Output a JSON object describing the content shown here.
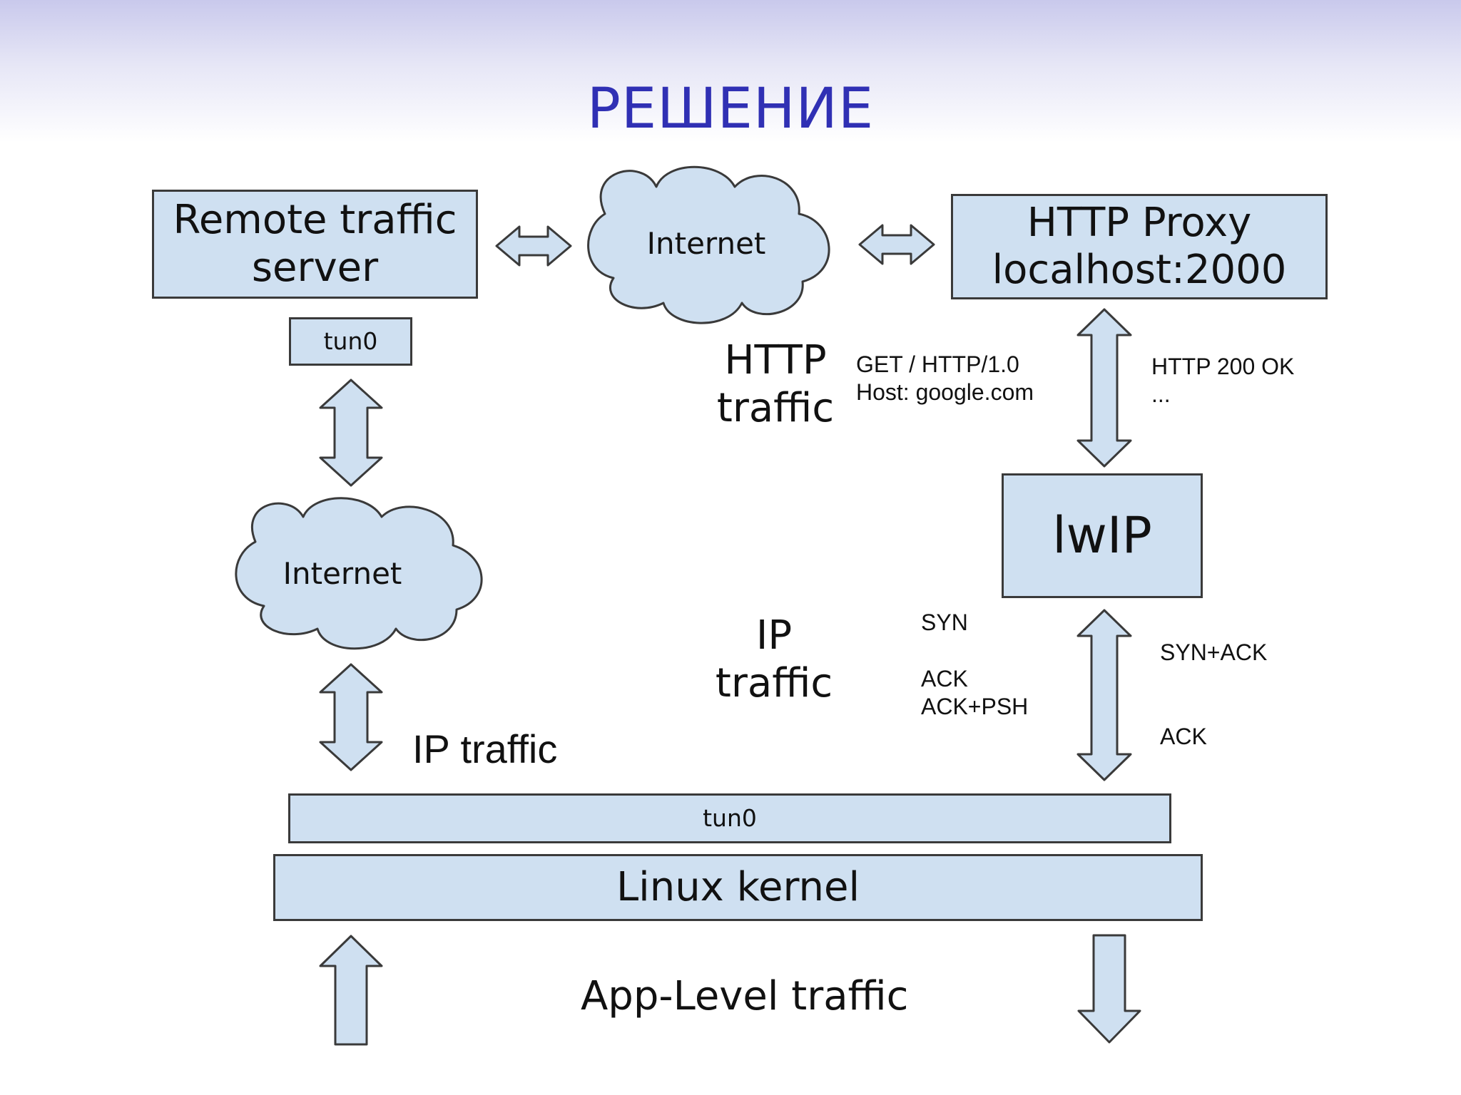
{
  "title": "РЕШЕНИЕ",
  "nodes": {
    "remote_server": "Remote traffic server",
    "remote_tun": "tun0",
    "internet_top": "Internet",
    "internet_left": "Internet",
    "http_proxy": [
      "HTTP Proxy",
      "localhost:2000"
    ],
    "lwip": "lwIP",
    "tun_bar": "tun0",
    "linux_kernel": "Linux kernel"
  },
  "labels": {
    "http_traffic": [
      "HTTP",
      "traffic"
    ],
    "http_request": [
      "GET / HTTP/1.0",
      "Host: google.com"
    ],
    "http_response": [
      "HTTP 200 OK",
      "..."
    ],
    "ip_traffic_center": [
      "IP",
      "traffic"
    ],
    "client_packets": [
      "SYN",
      "ACK",
      "ACK+PSH"
    ],
    "server_packets": [
      "SYN+ACK",
      "ACK"
    ],
    "ip_traffic_left": "IP traffic",
    "app_level_traffic": "App-Level traffic"
  },
  "colors": {
    "box_fill": "#cfe0f1",
    "outline": "#3a3a3a",
    "title": "#3030b4"
  }
}
